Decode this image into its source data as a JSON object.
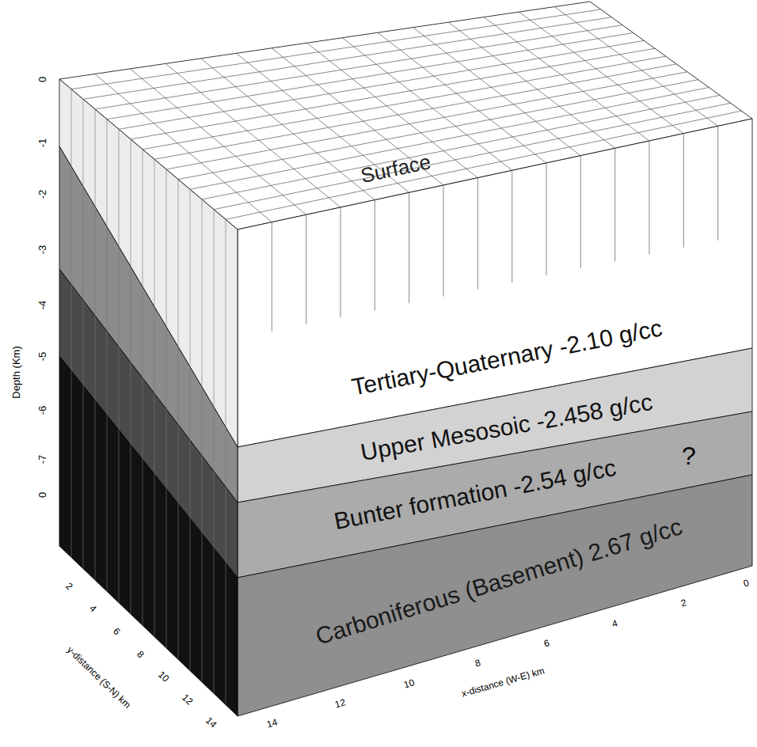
{
  "diagram": {
    "nodes": [
      {
        "text": [
          "Surface"
        ]
      },
      {
        "text": [
          "Tertiary-Quaternary -2.10 g/cc"
        ]
      },
      {
        "text": [
          "Upper Mesosoic -2.458 g/cc"
        ]
      },
      {
        "text": [
          "Bunter formation -2.54 g/cc"
        ]
      },
      {
        "text": [
          "Carboniferous (Basement) 2.67 g/cc"
        ]
      }
    ],
    "labels": [
      "Depth (Km)",
      "0",
      "-1",
      "-2",
      "-3",
      "-4",
      "-5",
      "-6",
      "-7",
      "0",
      "y-distance (S-N) km",
      "2",
      "4",
      "6",
      "8",
      "10",
      "12",
      "14",
      "x-distance (W-E) km",
      "14",
      "12",
      "10",
      "8",
      "6",
      "4",
      "2",
      "0",
      "?"
    ]
  }
}
